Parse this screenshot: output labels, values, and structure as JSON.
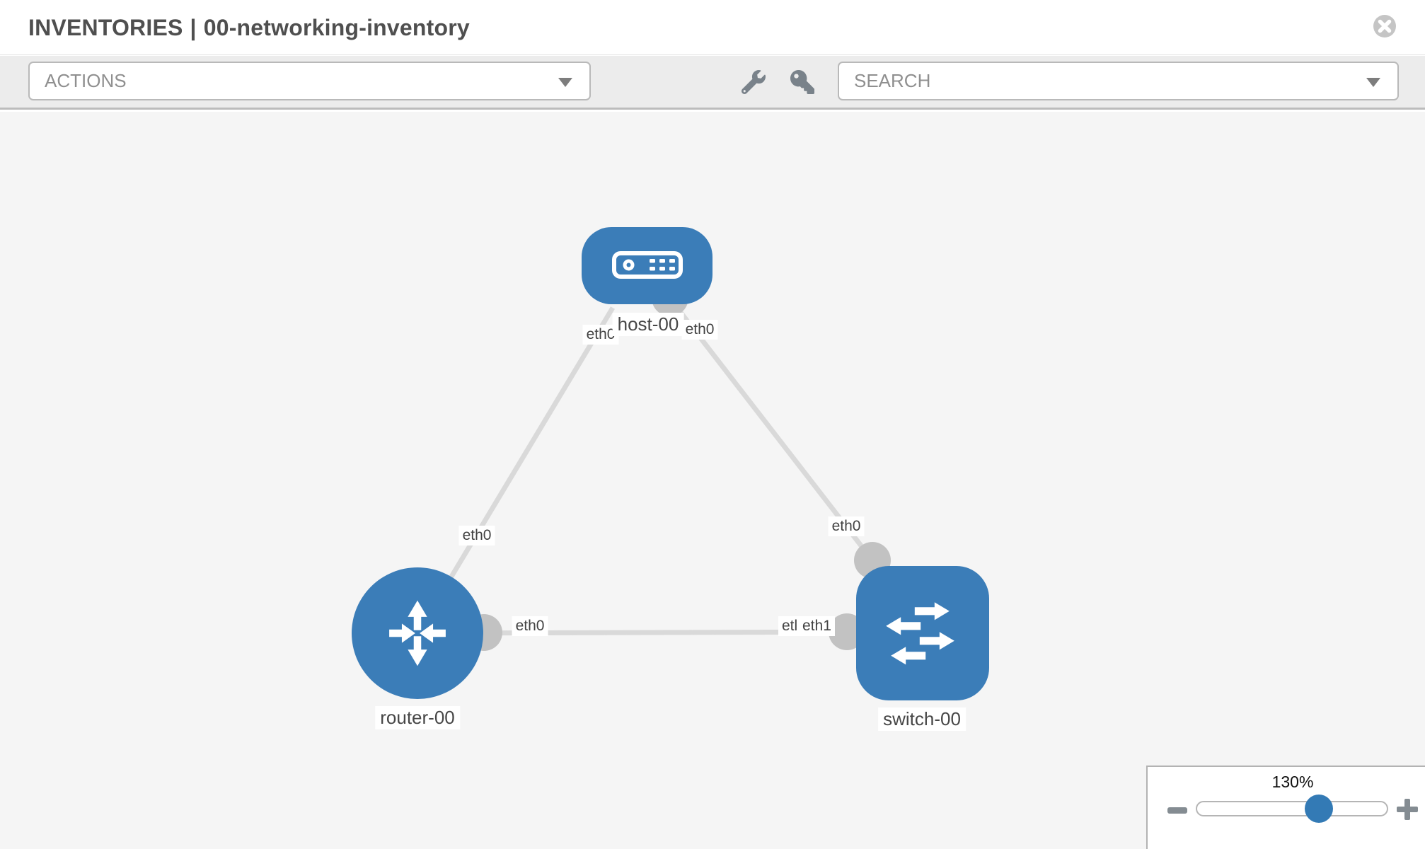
{
  "header": {
    "section": "INVENTORIES",
    "separator": "|",
    "inventory_name": "00-networking-inventory",
    "close_icon": "close-icon"
  },
  "toolbar": {
    "actions_placeholder": "ACTIONS",
    "search_placeholder": "SEARCH",
    "tool_icons": [
      "wrench-icon",
      "key-icon"
    ]
  },
  "topology": {
    "nodes": [
      {
        "id": "host-00",
        "type": "host",
        "label": "host-00"
      },
      {
        "id": "router-00",
        "type": "router",
        "label": "router-00"
      },
      {
        "id": "switch-00",
        "type": "switch",
        "label": "switch-00"
      }
    ],
    "links": [
      {
        "from": "router-00",
        "to": "host-00",
        "from_label": "eth0",
        "to_label": "eth0"
      },
      {
        "from": "host-00",
        "to": "switch-00",
        "from_label": "eth0",
        "to_label": "eth0"
      },
      {
        "from": "router-00",
        "to": "switch-00",
        "from_label": "eth0",
        "to_label": "eth1",
        "to_label_occluded_fragment": "etl"
      }
    ]
  },
  "zoom_control": {
    "level": "130%"
  },
  "colors": {
    "node_blue": "#3b7db8",
    "connector_gray": "#c2c2c2",
    "link_gray": "#d9d9d9",
    "slider_handle_blue": "#337ab5",
    "canvas_bg": "#f5f5f5",
    "toolbar_bg": "#ececec"
  }
}
